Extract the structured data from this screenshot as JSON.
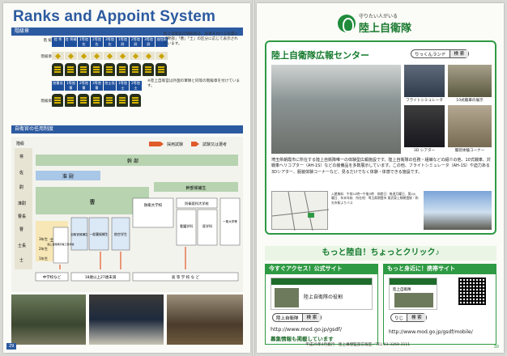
{
  "left": {
    "title": "Ranks and Appoint System",
    "section1": "階級章",
    "section2": "自衛官の任用制度",
    "officer_note": "陸上自衛官の階級章は、肩章を付ける位置に「幹部」「曹」「士」の区分に応じて表示されています。",
    "enlisted_note": "※陸上自衛官は外国の軍隊と同等の階級章を付けています。",
    "rank_row1_label": "階 級",
    "rank_row1_sub": "(外国軍人の呼称)",
    "rank_row2_label": "階級章",
    "rank_row3_label": "階級章",
    "officer_ranks": [
      "陸 将",
      "陸 将補",
      "1等陸佐",
      "2等陸佐",
      "3等陸佐",
      "1等陸尉",
      "2等陸尉",
      "3等陸尉",
      "准陸尉"
    ],
    "enlisted_ranks": [
      "陸曹長",
      "1等陸曹",
      "2等陸曹",
      "3等陸曹",
      "陸士長",
      "1等陸士",
      "2等陸士"
    ],
    "chart": {
      "legend_recruit": "採用試験",
      "legend_exam": "試験又は選考",
      "header": "階級",
      "rank_col": [
        "将",
        "佐",
        "尉",
        "准尉",
        "曹長",
        "曹",
        "士長",
        "士"
      ],
      "bands": [
        "幹 部",
        "准 尉",
        "曹",
        "士"
      ],
      "cadet": "幹部候補生",
      "schools": [
        "防衛大学校",
        "防衛医科大学校",
        "看護学科",
        "医学科",
        "一般大学等",
        "航空学生",
        "一般曹候補生",
        "自衛官候補生",
        "陸上自衛隊高等工科学校"
      ],
      "grades": [
        "3年生",
        "2年生",
        "1年生"
      ],
      "entry": [
        "中学校など",
        "18歳以上27歳未満",
        "高 等 学 校 な ど"
      ]
    },
    "page_number": "29"
  },
  "right": {
    "org_sub": "守りたい人がいる",
    "org_name": "陸上自衛隊",
    "pr_title": "陸上自衛隊広報センター",
    "search_label": "りっくんランド",
    "search_button": "検 索",
    "captions": [
      "フライトシミュレータ",
      "10式戦車の展示",
      "3D シアター",
      "服装体験コーナー"
    ],
    "description": "埼玉県朝霞市に所在する陸上自衛隊唯一の体験型広報施設です。陸上自衛隊の任務・組織などの紹介の他、10式戦車、対戦車ヘリコプター（AH-1S）などの装備品を多数展示しています。この他、フライトシミュレータ（AH-1S）や迫力ある3Dシアター、服装体験コーナーなど、見るだけでなく体験・体感できる施設です。",
    "info": "入館無料　午前10時〜午後5時　休館日：毎週月曜日、第4火曜日、年末年始　所在地：埼玉県朝霞市 東武東上線朝霞駅・和光市駅よりバス",
    "band": "もっと陸自！ちょっとクリック♪",
    "site1_head": "今すぐアクセス！公式サイト",
    "site1_search_label": "陸上自衛隊",
    "site1_url": "http://www.mod.go.jp/gsdf/",
    "site1_note": "募集情報も掲載しています",
    "site1_shot_title": "陸上自衛隊の役割",
    "site2_head": "もっと身近に！携帯サイト",
    "site2_search_label": "りじ",
    "site2_url": "http://www.mod.go.jp/gsdf/mobile/",
    "site2_shot_title": "陸上自衛隊",
    "footer": "平成25年4月発行　陸上幕僚監部広報室／TEL:03-3268-3111",
    "page_number": "30"
  },
  "colors": {
    "blue": "#2c5aa0",
    "green": "#2f9a44",
    "gold": "#c9a400"
  }
}
